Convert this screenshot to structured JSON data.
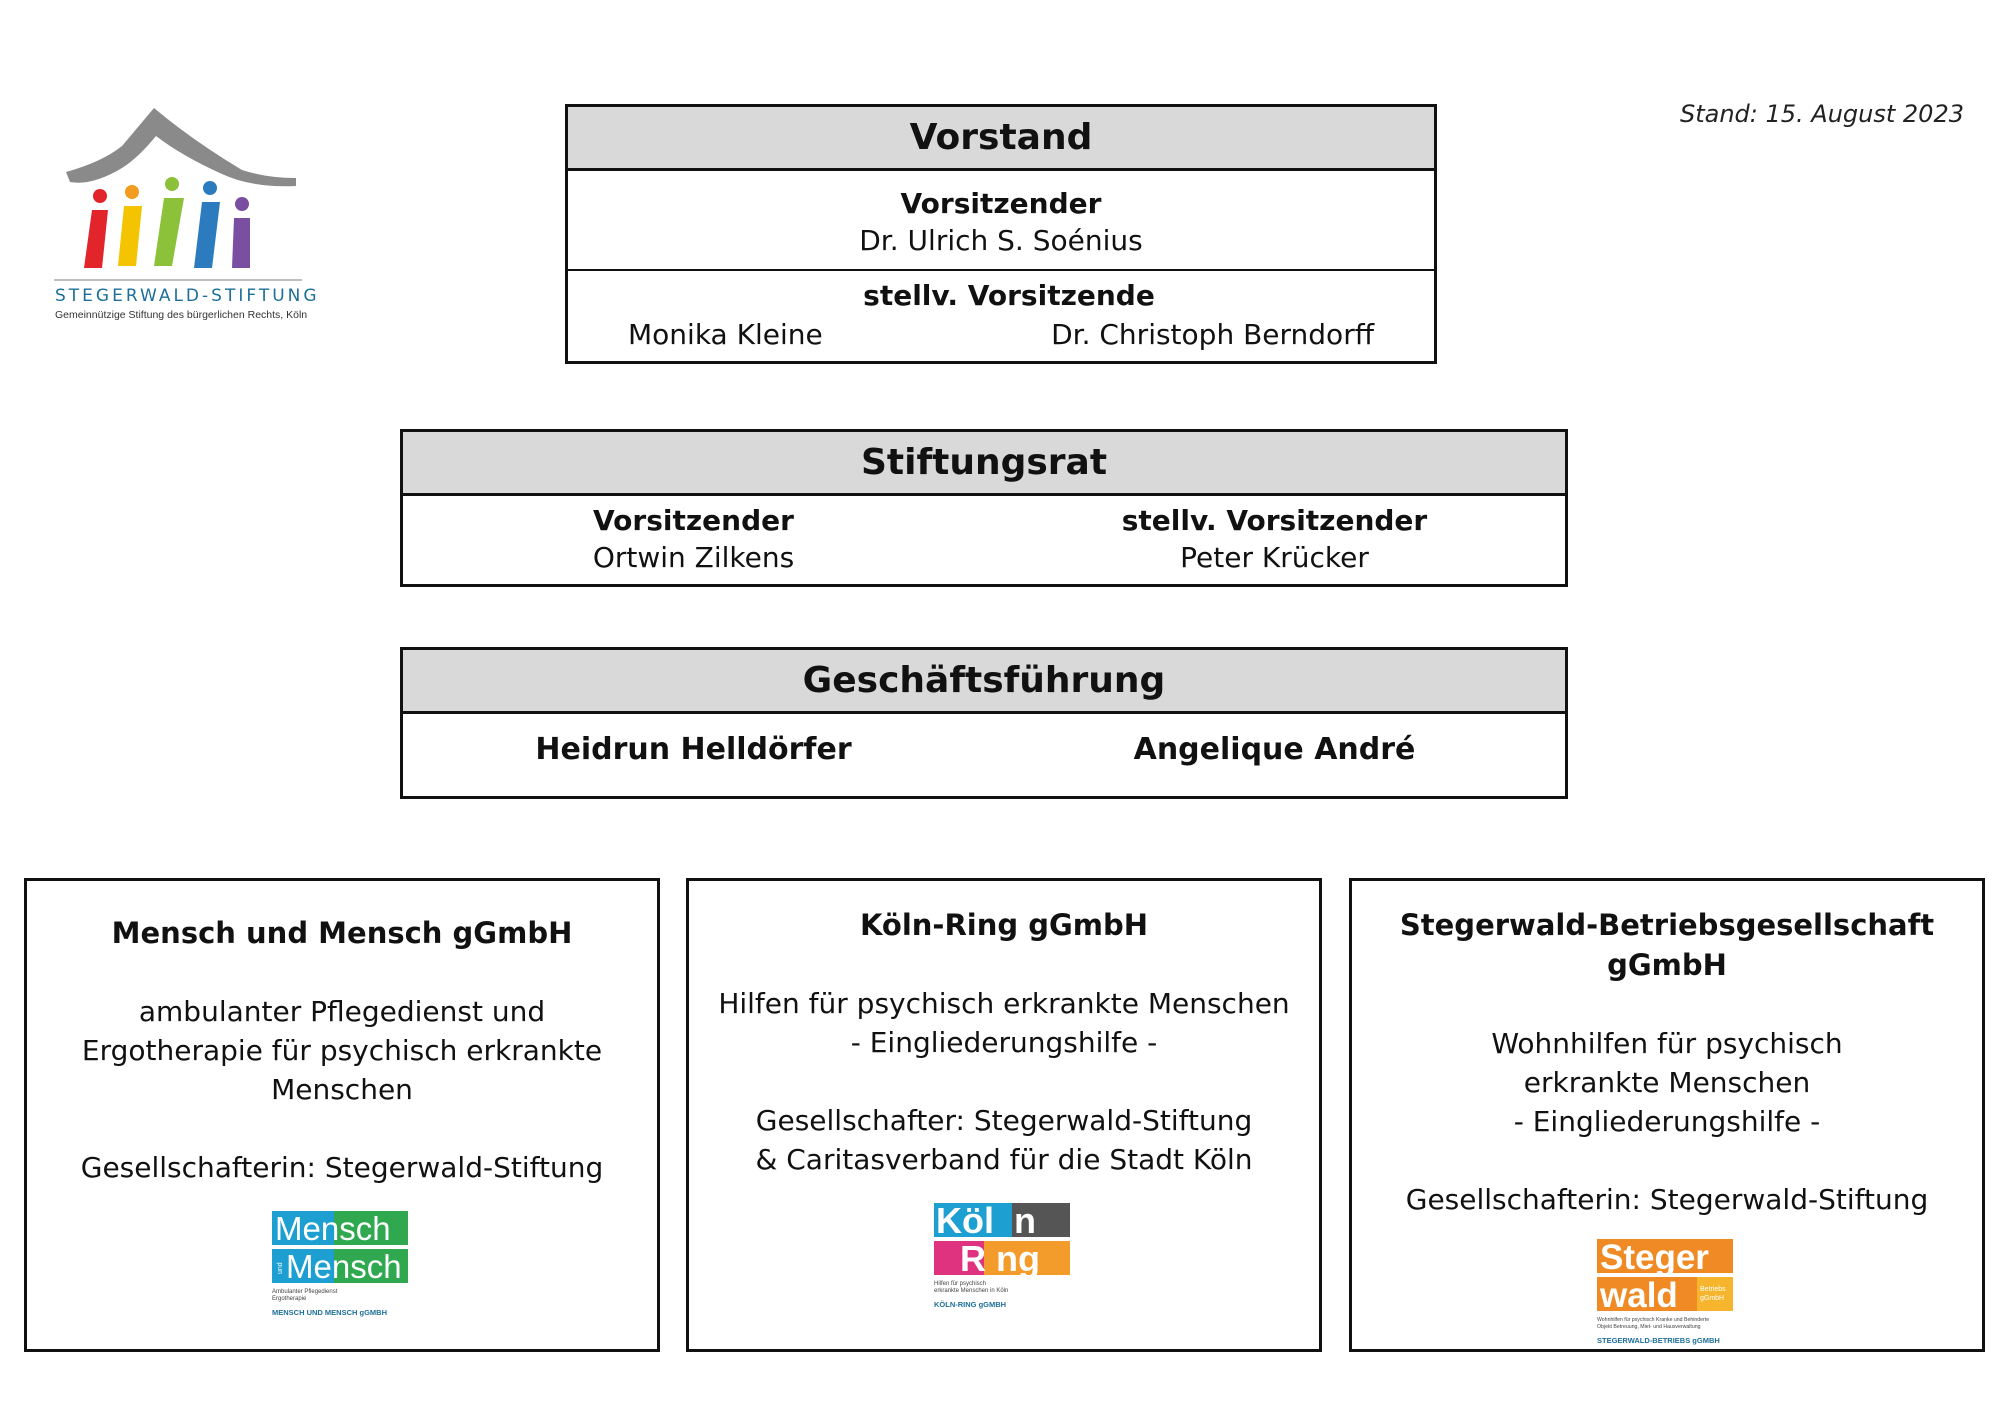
{
  "logo": {
    "name": "STEGERWALD-STIFTUNG",
    "subtitle": "Gemeinnützige Stiftung des bürgerlichen Rechts, Köln"
  },
  "stand": "Stand: 15. August 2023",
  "vorstand": {
    "title": "Vorstand",
    "chair_role": "Vorsitzender",
    "chair_name": "Dr. Ulrich S. Soénius",
    "deputy_role": "stellv. Vorsitzende",
    "deputy_1": "Monika Kleine",
    "deputy_2": "Dr. Christoph Berndorff"
  },
  "stiftungsrat": {
    "title": "Stiftungsrat",
    "chair_role": "Vorsitzender",
    "chair_name": "Ortwin Zilkens",
    "deputy_role": "stellv. Vorsitzender",
    "deputy_name": "Peter Krücker"
  },
  "geschaeftsfuehrung": {
    "title": "Geschäftsführung",
    "person_1": "Heidrun Helldörfer",
    "person_2": "Angelique André"
  },
  "subsidiaries": [
    {
      "title": "Mensch und Mensch gGmbH",
      "lines": [
        "ambulanter Pflegedienst und",
        "Ergotherapie für psychisch erkrankte",
        "Menschen"
      ],
      "owner": "Gesellschafterin: Stegerwald-Stiftung",
      "logo": {
        "word_1": "Mensch",
        "tag": "und",
        "word_2": "Mensch",
        "fine_1": "Ambulanter Pflegedienst",
        "fine_2": "Ergotherapie",
        "foot": "MENSCH UND MENSCH gGMBH",
        "colors": [
          "#1d9fd1",
          "#2fa84f"
        ]
      }
    },
    {
      "title": "Köln-Ring gGmbH",
      "lines": [
        "Hilfen für psychisch erkrankte Menschen",
        "- Eingliederungshilfe -"
      ],
      "owner_lines": [
        "Gesellschafter: Stegerwald-Stiftung",
        "& Caritasverband für die Stadt Köln"
      ],
      "logo": {
        "word_1": "Köl",
        "word_1b": "n",
        "word_2": "R",
        "word_2b": "ng",
        "fine_1": "Hilfen für psychisch",
        "fine_2": "erkrankte Menschen in Köln",
        "foot": "KÖLN-RING gGMBH",
        "colors": [
          "#1d9fd1",
          "#555555",
          "#e0337f",
          "#f39c2b"
        ]
      }
    },
    {
      "title": "Stegerwald-Betriebsgesellschaft gGmbH",
      "lines": [
        "Wohnhilfen für psychisch",
        "erkrankte Menschen",
        "- Eingliederungshilfe -"
      ],
      "owner": "Gesellschafterin: Stegerwald-Stiftung",
      "logo": {
        "word_1": "Steger",
        "word_2": "wald",
        "tag_1": "Betriebs",
        "tag_2": "gGmbH",
        "fine_1": "Wohnhilfen für psychisch Kranke und Behinderte",
        "fine_2": "Objekt Betreuung, Miet- und Hausverwaltung",
        "foot": "STEGERWALD-BETRIEBS gGMBH",
        "colors": [
          "#f08a24",
          "#f6b52c"
        ]
      }
    }
  ]
}
